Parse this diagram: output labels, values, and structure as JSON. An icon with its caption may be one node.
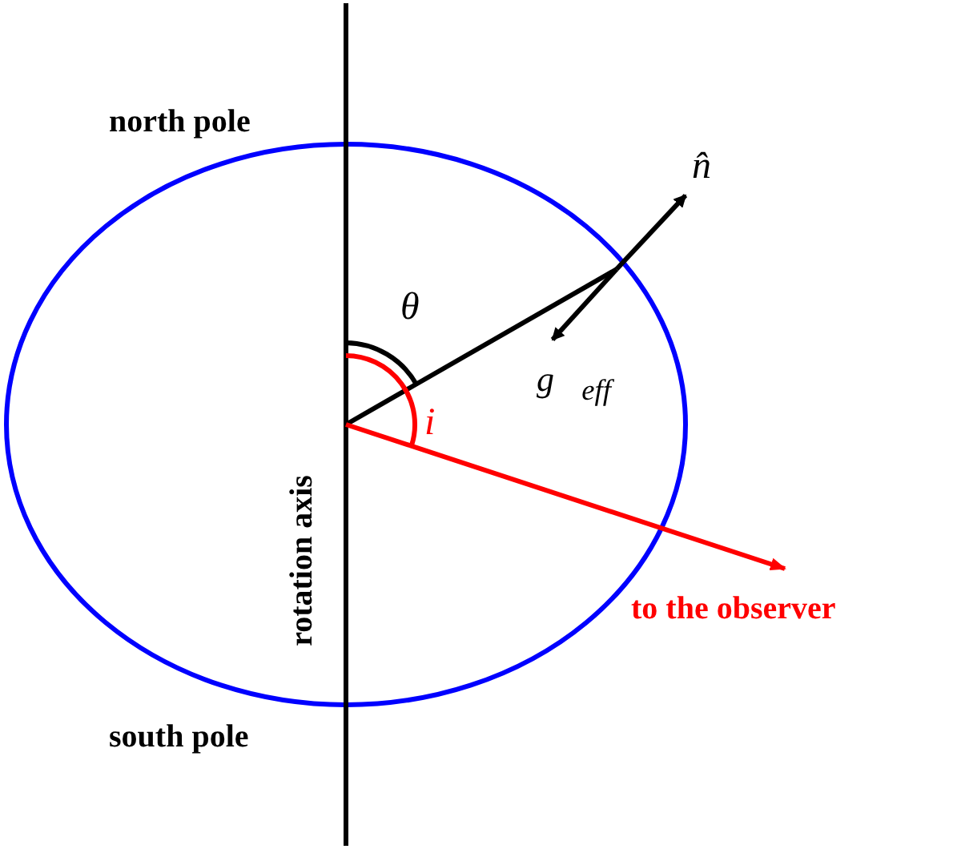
{
  "diagram": {
    "labels": [
      "north pole",
      "n̂",
      "θ",
      "g⃗$_{eff}$",
      "i",
      "rotation axis",
      "to the observer",
      "south pole"
    ]
  }
}
